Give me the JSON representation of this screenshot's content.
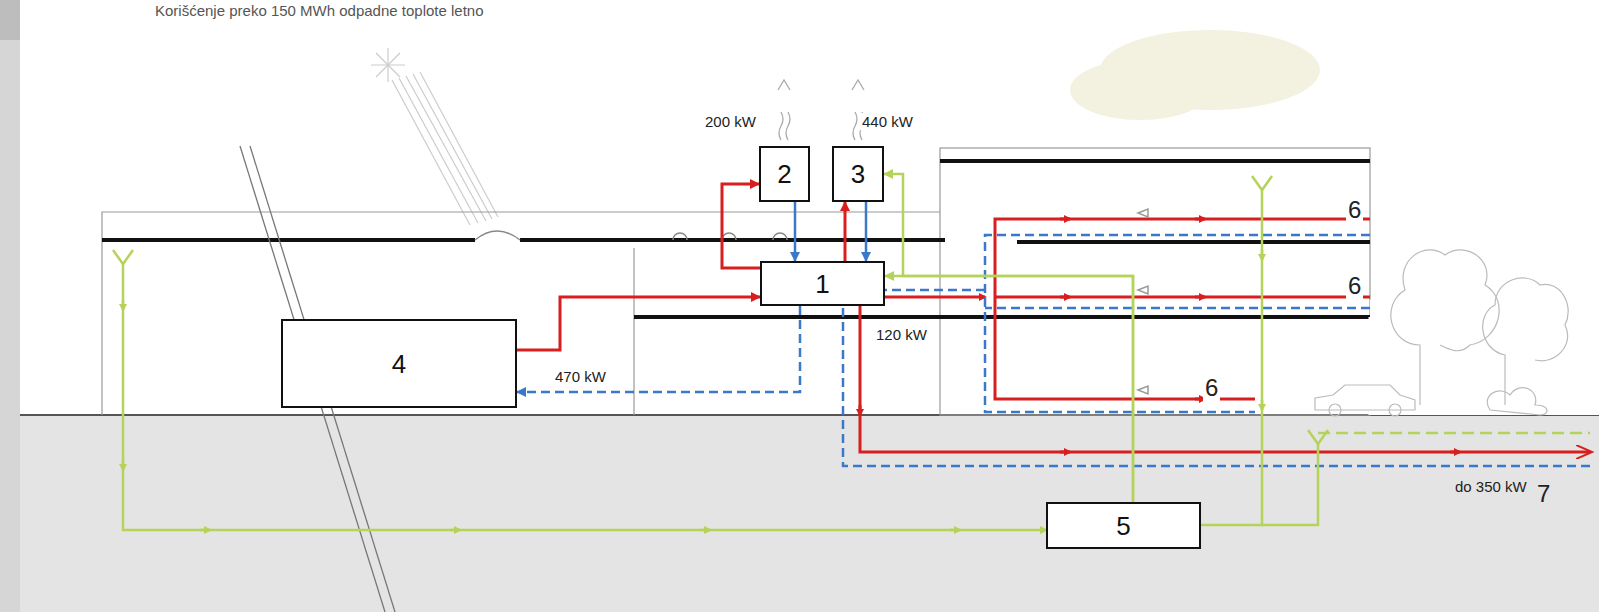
{
  "diagram": {
    "title": "Korišćenje preko 150 MWh odpadne toplote letno",
    "nodes": [
      {
        "text": [
          "1"
        ]
      },
      {
        "text": [
          "2"
        ]
      },
      {
        "text": [
          "3"
        ]
      },
      {
        "text": [
          "4"
        ]
      },
      {
        "text": [
          "5"
        ]
      }
    ],
    "edges": [
      {
        "from": 3,
        "to": 0,
        "arrow": "to",
        "label": "470 kW"
      },
      {
        "from": 0,
        "to": 3,
        "arrow": "to"
      },
      {
        "from": 0,
        "to": 1,
        "arrow": "to"
      },
      {
        "from": 1,
        "to": 0,
        "arrow": "to"
      },
      {
        "from": 0,
        "to": 2,
        "arrow": "to"
      },
      {
        "from": 2,
        "to": 0,
        "arrow": "to"
      },
      {
        "from": 4,
        "to": 0,
        "arrow": "to"
      },
      {
        "from": 4,
        "to": 2,
        "arrow": "to"
      }
    ],
    "labels": [
      "200 kW",
      "440 kW",
      "120 kW",
      "6",
      "6",
      "6",
      "do 350 kW",
      "7"
    ]
  }
}
